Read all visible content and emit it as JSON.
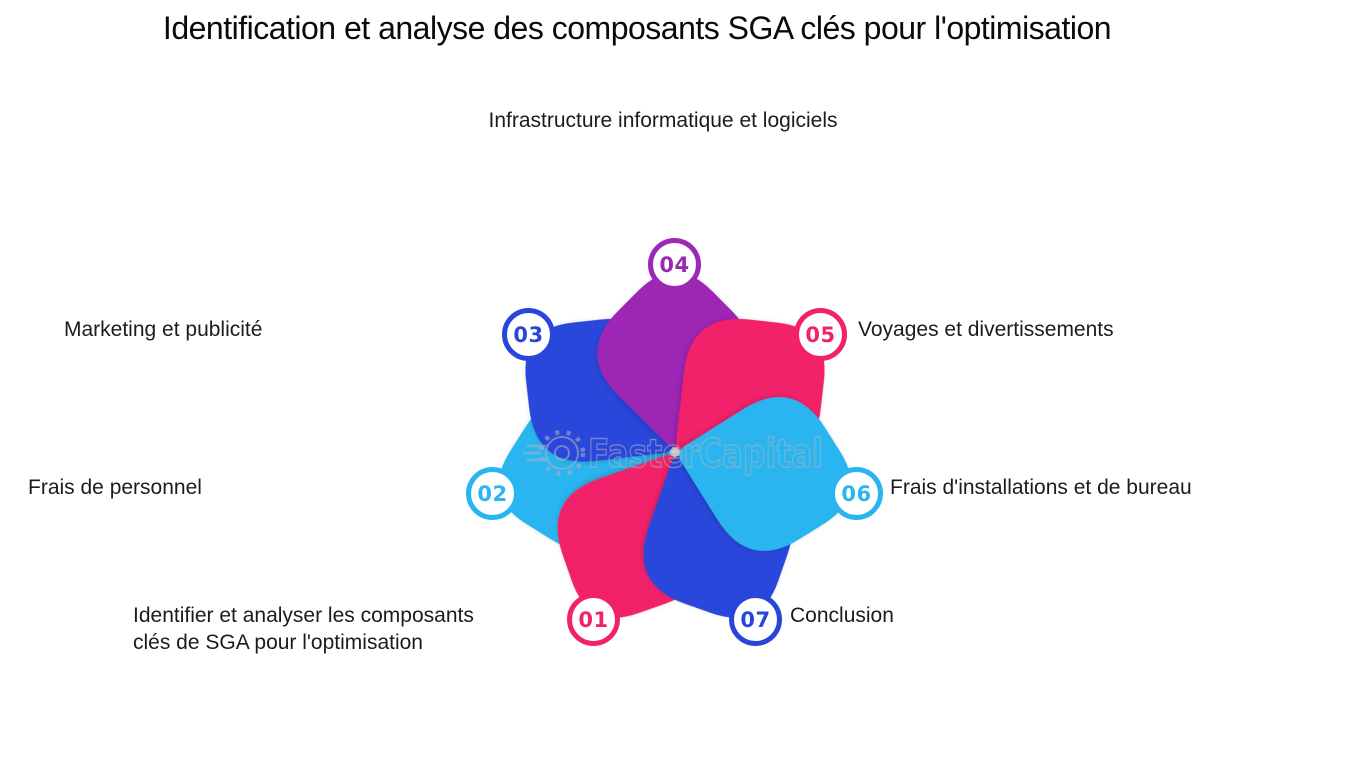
{
  "title": "Identification et analyse des composants SGA clés pour l'optimisation",
  "watermark": {
    "text": "FasterCapital",
    "color": "#aeb4bd",
    "gear_icon": "gear-with-speed-lines"
  },
  "diagram": {
    "type": "7-petal-flower-infographic",
    "petals": [
      {
        "number": "01",
        "label": "Identifier et analyser les composants\nclés de SGA pour l'optimisation",
        "color": "#F2216A"
      },
      {
        "number": "02",
        "label": "Frais de personnel",
        "color": "#29B5F0"
      },
      {
        "number": "03",
        "label": "Marketing et publicité",
        "color": "#2946DB"
      },
      {
        "number": "04",
        "label": "Infrastructure informatique et logiciels",
        "color": "#9D28B5"
      },
      {
        "number": "05",
        "label": "Voyages et divertissements",
        "color": "#F2216A"
      },
      {
        "number": "06",
        "label": "Frais d'installations et de bureau",
        "color": "#29B5F0"
      },
      {
        "number": "07",
        "label": "Conclusion",
        "color": "#2946DB"
      }
    ]
  }
}
